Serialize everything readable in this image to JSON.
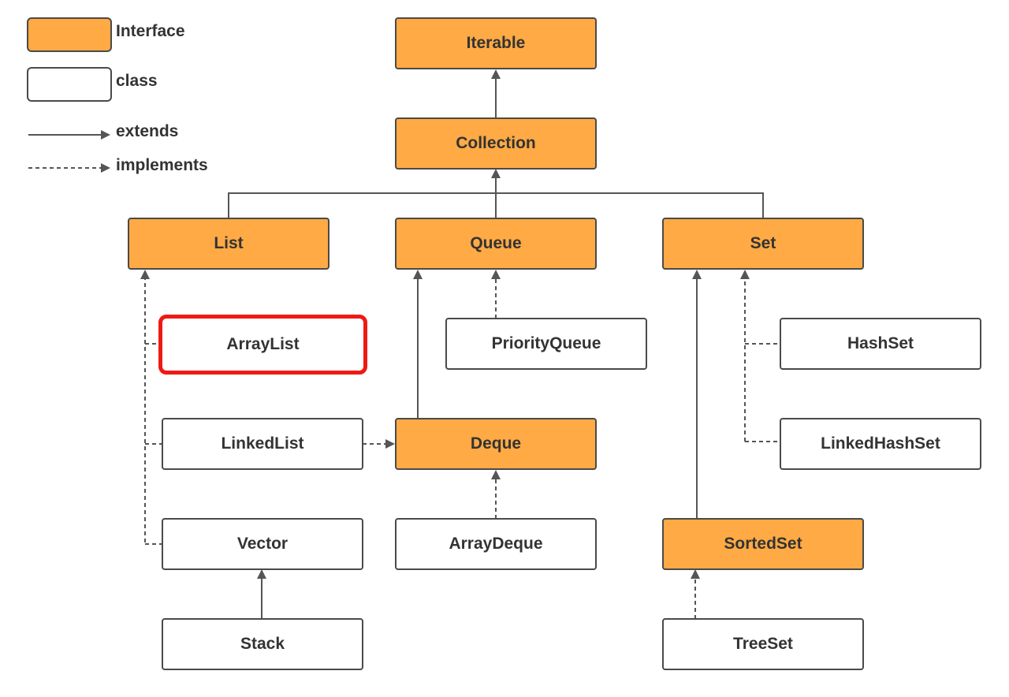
{
  "colors": {
    "interface": "#FFAA44",
    "class": "#FFFFFF",
    "line": "#555555",
    "highlight": "#EE1A13"
  },
  "legend": {
    "interface_label": "Interface",
    "class_label": "class",
    "extends_label": "extends",
    "implements_label": "implements"
  },
  "nodes": {
    "iterable": "Iterable",
    "collection": "Collection",
    "list": "List",
    "queue": "Queue",
    "set": "Set",
    "arraylist": "ArrayList",
    "priorityqueue": "PriorityQueue",
    "hashset": "HashSet",
    "linkedlist": "LinkedList",
    "deque": "Deque",
    "linkedhashset": "LinkedHashSet",
    "vector": "Vector",
    "arraydeque": "ArrayDeque",
    "sortedset": "SortedSet",
    "stack": "Stack",
    "treeset": "TreeSet"
  },
  "edges": [
    {
      "from": "Collection",
      "to": "Iterable",
      "kind": "extends"
    },
    {
      "from": "List",
      "to": "Collection",
      "kind": "extends"
    },
    {
      "from": "Queue",
      "to": "Collection",
      "kind": "extends"
    },
    {
      "from": "Set",
      "to": "Collection",
      "kind": "extends"
    },
    {
      "from": "ArrayList",
      "to": "List",
      "kind": "implements"
    },
    {
      "from": "LinkedList",
      "to": "List",
      "kind": "implements"
    },
    {
      "from": "Vector",
      "to": "List",
      "kind": "implements"
    },
    {
      "from": "LinkedList",
      "to": "Deque",
      "kind": "implements"
    },
    {
      "from": "PriorityQueue",
      "to": "Queue",
      "kind": "implements"
    },
    {
      "from": "Deque",
      "to": "Queue",
      "kind": "extends"
    },
    {
      "from": "ArrayDeque",
      "to": "Deque",
      "kind": "implements"
    },
    {
      "from": "Stack",
      "to": "Vector",
      "kind": "extends"
    },
    {
      "from": "HashSet",
      "to": "Set",
      "kind": "implements"
    },
    {
      "from": "LinkedHashSet",
      "to": "Set",
      "kind": "implements"
    },
    {
      "from": "SortedSet",
      "to": "Set",
      "kind": "extends"
    },
    {
      "from": "TreeSet",
      "to": "SortedSet",
      "kind": "implements"
    }
  ],
  "highlighted_node": "ArrayList"
}
